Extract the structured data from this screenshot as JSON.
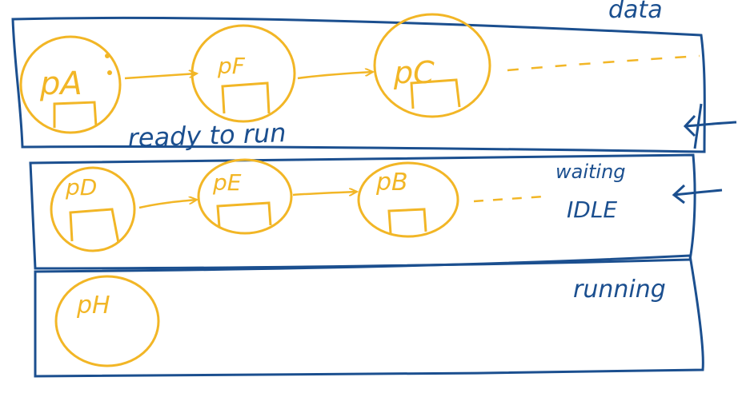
{
  "labels": {
    "data": "data",
    "ready": "ready to run",
    "waiting": "waiting",
    "idle": "IDLE",
    "running": "running"
  },
  "processes": {
    "ready": [
      "pA",
      "pF",
      "pC"
    ],
    "waiting": [
      "pD",
      "pE",
      "pB"
    ],
    "running": [
      "pH"
    ]
  },
  "colors": {
    "blue": "#1b4f8f",
    "yellow": "#f2b626"
  }
}
